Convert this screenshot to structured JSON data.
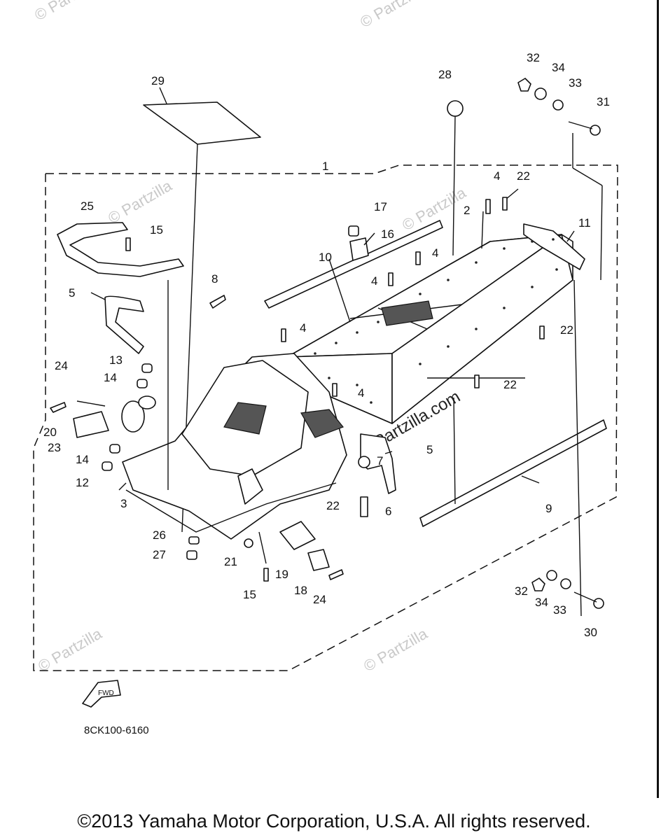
{
  "diagram": {
    "part_code": "8CK100-6160",
    "fwd_label": "FWD",
    "copyright": "©2013 Yamaha Motor Corporation, U.S.A. All rights reserved.",
    "watermark_text": "© Partzilla",
    "watermark_text_com": "Partzilla.com",
    "callouts": [
      {
        "id": "c1",
        "label": "1"
      },
      {
        "id": "c2",
        "label": "2"
      },
      {
        "id": "c3",
        "label": "3"
      },
      {
        "id": "c4a",
        "label": "4"
      },
      {
        "id": "c4b",
        "label": "4"
      },
      {
        "id": "c4c",
        "label": "4"
      },
      {
        "id": "c4d",
        "label": "4"
      },
      {
        "id": "c4e",
        "label": "4"
      },
      {
        "id": "c5a",
        "label": "5"
      },
      {
        "id": "c5b",
        "label": "5"
      },
      {
        "id": "c6",
        "label": "6"
      },
      {
        "id": "c7",
        "label": "7"
      },
      {
        "id": "c8",
        "label": "8"
      },
      {
        "id": "c9",
        "label": "9"
      },
      {
        "id": "c10",
        "label": "10"
      },
      {
        "id": "c11",
        "label": "11"
      },
      {
        "id": "c12",
        "label": "12"
      },
      {
        "id": "c13",
        "label": "13"
      },
      {
        "id": "c14a",
        "label": "14"
      },
      {
        "id": "c14b",
        "label": "14"
      },
      {
        "id": "c15a",
        "label": "15"
      },
      {
        "id": "c15b",
        "label": "15"
      },
      {
        "id": "c16",
        "label": "16"
      },
      {
        "id": "c17",
        "label": "17"
      },
      {
        "id": "c18",
        "label": "18"
      },
      {
        "id": "c19",
        "label": "19"
      },
      {
        "id": "c20",
        "label": "20"
      },
      {
        "id": "c21",
        "label": "21"
      },
      {
        "id": "c22a",
        "label": "22"
      },
      {
        "id": "c22b",
        "label": "22"
      },
      {
        "id": "c22c",
        "label": "22"
      },
      {
        "id": "c22d",
        "label": "22"
      },
      {
        "id": "c23",
        "label": "23"
      },
      {
        "id": "c24a",
        "label": "24"
      },
      {
        "id": "c24b",
        "label": "24"
      },
      {
        "id": "c25",
        "label": "25"
      },
      {
        "id": "c26",
        "label": "26"
      },
      {
        "id": "c27",
        "label": "27"
      },
      {
        "id": "c28",
        "label": "28"
      },
      {
        "id": "c29",
        "label": "29"
      },
      {
        "id": "c30",
        "label": "30"
      },
      {
        "id": "c31",
        "label": "31"
      },
      {
        "id": "c32a",
        "label": "32"
      },
      {
        "id": "c32b",
        "label": "32"
      },
      {
        "id": "c33a",
        "label": "33"
      },
      {
        "id": "c33b",
        "label": "33"
      },
      {
        "id": "c34a",
        "label": "34"
      },
      {
        "id": "c34b",
        "label": "34"
      }
    ]
  }
}
